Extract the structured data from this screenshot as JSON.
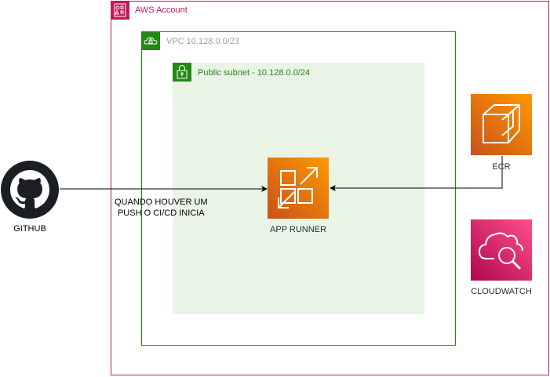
{
  "account": {
    "label": "AWS Account"
  },
  "vpc": {
    "label": "VPC 10.128.0.0/23"
  },
  "subnet": {
    "label": "Public subnet - 10.128.0.0/24"
  },
  "github": {
    "label": "GITHUB"
  },
  "app_runner": {
    "label": "APP RUNNER"
  },
  "ecr": {
    "label": "ECR"
  },
  "cloudwatch": {
    "label": "CLOUDWATCH"
  },
  "edge_github": {
    "label_line1": "QUANDO HOUVER UM",
    "label_line2": "PUSH O CI/CD INICIA"
  },
  "colors": {
    "account": "#C7175A",
    "vpc": "#248814",
    "subnet_fill": "#E9F3E6",
    "compute": "#ED7100",
    "management": "#E7157B"
  },
  "icons": {
    "account": "aws-account-icon",
    "vpc": "vpc-icon",
    "subnet": "padlock-icon",
    "github": "github-icon",
    "app_runner": "app-runner-icon",
    "ecr": "ecr-icon",
    "cloudwatch": "cloudwatch-icon"
  }
}
